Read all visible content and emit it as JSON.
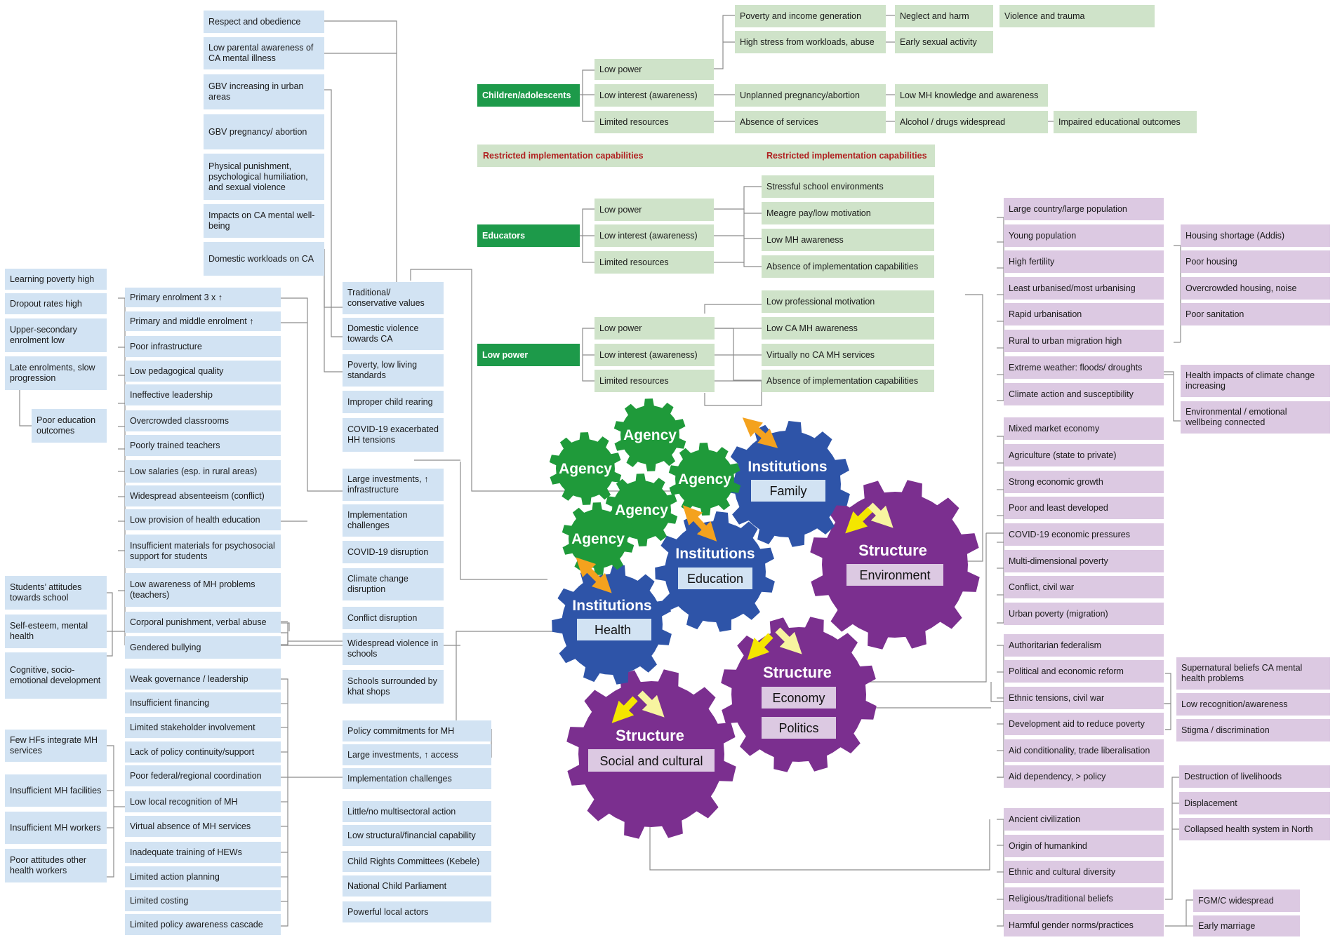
{
  "colors": {
    "blue_box": "#d2e3f3",
    "green_box": "#cfe3c9",
    "purple_box": "#dcc9e2",
    "green_dark": "#1d9a4a",
    "agency_gear": "#1f9a3a",
    "institutions_gear": "#2e54a8",
    "structure_gear": "#7b2f8f",
    "arrow_orange": "#f4a21e",
    "arrow_yellow": "#f4e600",
    "warning_red": "#b02020"
  },
  "green_top": {
    "root": "Children/adolescents",
    "col1": [
      "Low power",
      "Low interest (awareness)",
      "Limited resources"
    ],
    "col2": [
      "Poverty and income generation",
      "High stress from workloads, abuse",
      "Unplanned pregnancy/abortion",
      "Absence of services"
    ],
    "col3": [
      "Neglect and harm",
      "Early sexual activity",
      "Low MH knowledge and awareness",
      "Alcohol / drugs widespread"
    ],
    "col4": [
      "Violence and trauma",
      "Impaired educational outcomes"
    ]
  },
  "banner": [
    "Restricted implementation capabilities",
    "Restricted implementation capabilities"
  ],
  "educators": {
    "root": "Educators",
    "col1": [
      "Low power",
      "Low interest (awareness)",
      "Limited resources"
    ],
    "col2": [
      "Stressful school environments",
      "Meagre pay/low motivation",
      "Low MH awareness",
      "Absence of implementation capabilities"
    ]
  },
  "lowpower": {
    "root": "Low power",
    "col1": [
      "Low power",
      "Low interest (awareness)",
      "Limited resources"
    ],
    "col2": [
      "Low professional motivation",
      "Low CA MH awareness",
      "Virtually no CA MH services",
      "Absence of implementation capabilities"
    ]
  },
  "family_col_a": [
    "Respect and obedience",
    "Low parental awareness of CA mental illness",
    "GBV increasing in urban areas",
    "GBV pregnancy/ abortion",
    "Physical punishment, psychological humiliation, and sexual violence",
    "Impacts on CA mental well-being",
    "Domestic workloads on CA"
  ],
  "family_col_b": [
    "Traditional/ conservative values",
    "Domestic violence towards CA",
    "Poverty, low living standards",
    "Improper child rearing",
    "COVID-19 exacerbated HH tensions"
  ],
  "edu_col_b": [
    "Large investments, ↑ infrastructure",
    "Implementation challenges",
    "COVID-19 disruption",
    "Climate change disruption",
    "Conflict disruption",
    "Widespread violence in schools",
    "Schools surrounded by khat shops"
  ],
  "edu_col_c": [
    "Primary enrolment 3 x ↑",
    "Primary and middle enrolment ↑",
    "Poor infrastructure",
    "Low pedagogical quality",
    "Ineffective leadership",
    "Overcrowded classrooms",
    "Poorly trained teachers",
    "Low salaries (esp. in rural areas)",
    "Widespread absenteeism (conflict)",
    "Low provision of health education",
    "Insufficient materials for psychosocial support for students",
    "Low awareness of MH problems (teachers)",
    "Corporal punishment, verbal abuse",
    "Gendered bullying"
  ],
  "edu_col_d": [
    "Learning poverty high",
    "Dropout rates high",
    "Upper-secondary enrolment low",
    "Late enrolments, slow progression",
    "Poor education outcomes",
    "Students’ attitudes towards school",
    "Self-esteem, mental health",
    "Cognitive, socio-emotional development"
  ],
  "health_col_b": [
    "Policy commitments for MH",
    "Large investments, ↑ access",
    "Implementation challenges",
    "Little/no multisectoral action",
    "Low structural/financial capability",
    "Child Rights Committees (Kebele)",
    "National Child Parliament",
    "Powerful local actors"
  ],
  "health_col_c": [
    "Weak governance / leadership",
    "Insufficient financing",
    "Limited stakeholder involvement",
    "Lack of policy continuity/support",
    "Poor federal/regional coordination",
    "Low local recognition of MH",
    "Virtual absence of MH services",
    "Inadequate training of HEWs",
    "Limited action planning",
    "Limited costing",
    "Limited policy awareness cascade"
  ],
  "health_col_d": [
    "Few HFs integrate MH services",
    "Insufficient MH facilities",
    "Insufficient MH workers",
    "Poor attitudes other health workers"
  ],
  "env_col_a": [
    "Large country/large population",
    "Young population",
    "High fertility",
    "Least urbanised/most urbanising",
    "Rapid urbanisation",
    "Rural to urban migration high",
    "Extreme weather: floods/ droughts",
    "Climate action and susceptibility"
  ],
  "env_col_b": [
    "Housing shortage (Addis)",
    "Poor housing",
    "Overcrowded housing, noise",
    "Poor sanitation",
    "Health impacts of climate change increasing",
    "Environmental / emotional wellbeing connected"
  ],
  "econ_col_a": [
    "Mixed market economy",
    "Agriculture (state to private)",
    "Strong economic growth",
    "Poor and least developed",
    "COVID-19 economic pressures",
    "Multi-dimensional  poverty",
    "Conflict, civil war",
    "Urban poverty (migration)"
  ],
  "pol_col_a": [
    "Authoritarian federalism",
    "Political and economic reform",
    "Ethnic tensions, civil war",
    "Development aid to reduce poverty",
    "Aid conditionality, trade liberalisation",
    "Aid dependency, > policy"
  ],
  "pol_col_b": [
    "Supernatural beliefs CA mental health problems",
    "Low recognition/awareness",
    "Stigma / discrimination"
  ],
  "soc_col_a": [
    "Ancient civilization",
    "Origin of humankind",
    "Ethnic and cultural diversity",
    "Religious/traditional  beliefs",
    "Harmful gender norms/practices"
  ],
  "soc_col_b": [
    "Destruction of livelihoods",
    "Displacement",
    "Collapsed health system in North"
  ],
  "soc_col_c": [
    "FGM/C widespread",
    "Early marriage"
  ],
  "gears": {
    "agency": [
      "Agency",
      "Agency",
      "Agency",
      "Agency",
      "Agency"
    ],
    "inst_family": {
      "title": "Institutions",
      "label": "Family"
    },
    "inst_education": {
      "title": "Institutions",
      "label": "Education"
    },
    "inst_health": {
      "title": "Institutions",
      "label": "Health"
    },
    "struct_env": {
      "title": "Structure",
      "label": "Environment"
    },
    "struct_econ": {
      "title": "Structure",
      "label": "Economy",
      "label2": "Politics"
    },
    "struct_soc": {
      "title": "Structure",
      "label": "Social and cultural"
    }
  }
}
